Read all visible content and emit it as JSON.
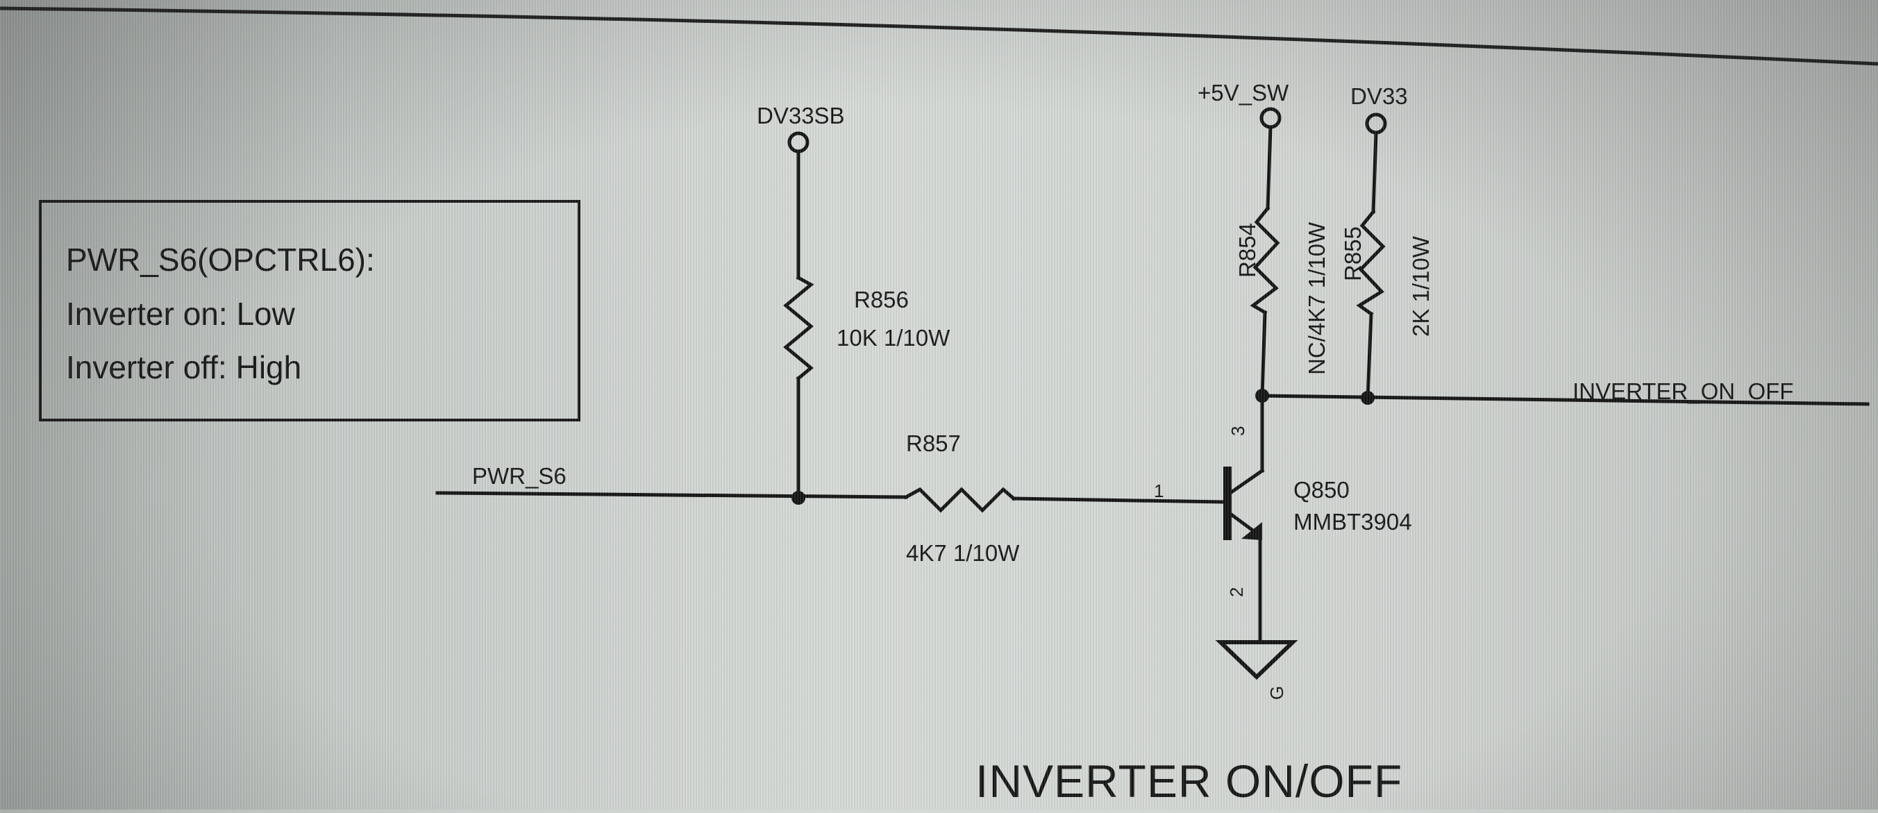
{
  "note_box": {
    "lines": [
      "PWR_S6(OPCTRL6):",
      "Inverter on: Low",
      "Inverter off: High"
    ]
  },
  "power_rails": {
    "dv33sb": "DV33SB",
    "plus5v_sw": "+5V_SW",
    "dv33": "DV33"
  },
  "nets": {
    "pwr_s6": "PWR_S6",
    "inverter_on_off": "INVERTER_ON_OFF"
  },
  "components": {
    "r856": {
      "ref": "R856",
      "value": "10K 1/10W"
    },
    "r857": {
      "ref": "R857",
      "value": "4K7 1/10W"
    },
    "r854": {
      "ref": "R854",
      "value": "NC/4K7 1/10W"
    },
    "r855": {
      "ref": "R855",
      "value": "2K 1/10W"
    },
    "q850": {
      "ref": "Q850",
      "part": "MMBT3904",
      "pin_base": "1",
      "pin_collector": "3",
      "pin_emitter": "2"
    }
  },
  "ground": {
    "symbol_label": "G"
  },
  "section_title": "INVERTER ON/OFF"
}
